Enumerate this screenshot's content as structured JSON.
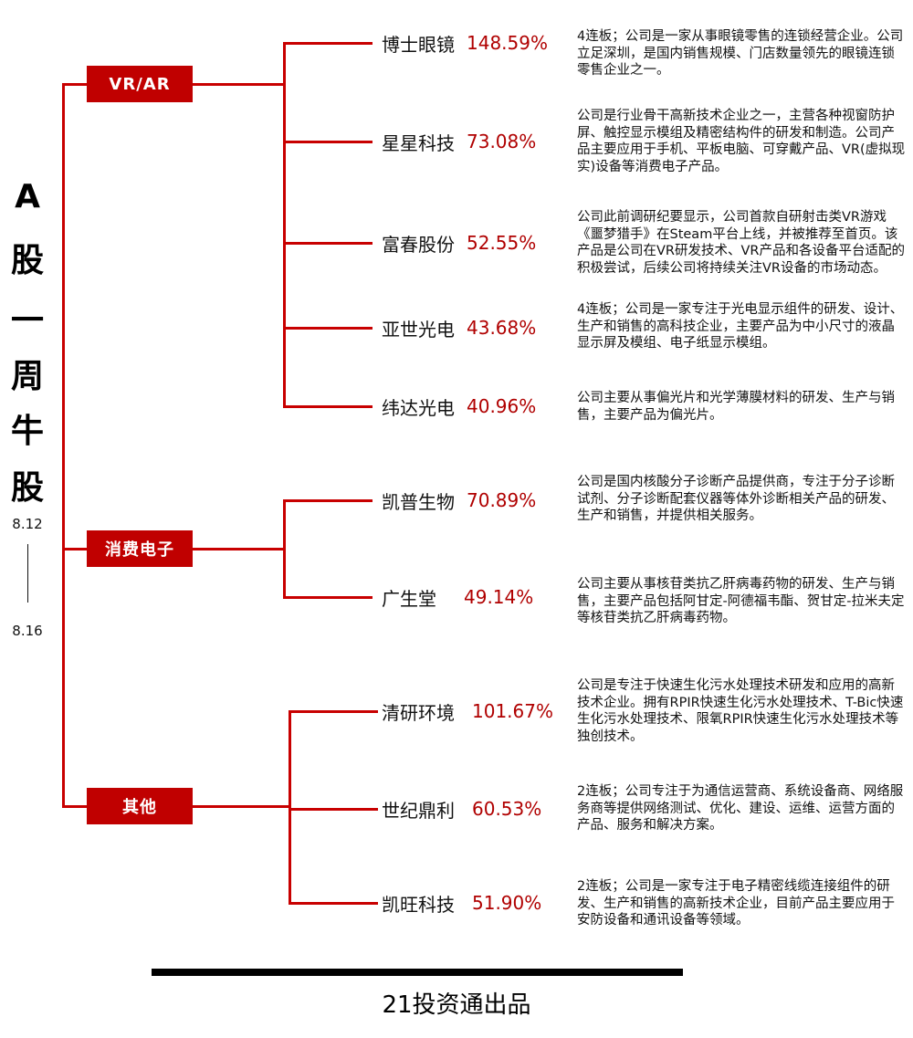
{
  "title_chars": [
    "A",
    "股",
    "一",
    "周",
    "牛",
    "股"
  ],
  "date_start": "8.12",
  "date_end": "8.16",
  "categories": [
    {
      "name": "VR/AR",
      "stocks": [
        {
          "name": "博士眼镜",
          "pct": "148.59%",
          "desc": "4连板；公司是一家从事眼镜零售的连锁经营企业。公司立足深圳，是国内销售规模、门店数量领先的眼镜连锁零售企业之一。"
        },
        {
          "name": "星星科技",
          "pct": "73.08%",
          "desc": "公司是行业骨干高新技术企业之一，主营各种视窗防护屏、触控显示模组及精密结构件的研发和制造。公司产品主要应用于手机、平板电脑、可穿戴产品、VR(虚拟现实)设备等消费电子产品。"
        },
        {
          "name": "富春股份",
          "pct": "52.55%",
          "desc": "公司此前调研纪要显示，公司首款自研射击类VR游戏《噩梦猎手》在Steam平台上线，并被推荐至首页。该产品是公司在VR研发技术、VR产品和各设备平台适配的积极尝试，后续公司将持续关注VR设备的市场动态。"
        },
        {
          "name": "亚世光电",
          "pct": "43.68%",
          "desc": "4连板；公司是一家专注于光电显示组件的研发、设计、生产和销售的高科技企业，主要产品为中小尺寸的液晶显示屏及模组、电子纸显示模组。"
        },
        {
          "name": "纬达光电",
          "pct": "40.96%",
          "desc": "公司主要从事偏光片和光学薄膜材料的研发、生产与销售，主要产品为偏光片。"
        }
      ]
    },
    {
      "name": "消费电子",
      "stocks": [
        {
          "name": "凯普生物",
          "pct": "70.89%",
          "desc": "公司是国内核酸分子诊断产品提供商，专注于分子诊断试剂、分子诊断配套仪器等体外诊断相关产品的研发、生产和销售，并提供相关服务。"
        },
        {
          "name": "广生堂",
          "pct": "49.14%",
          "desc": "公司主要从事核苷类抗乙肝病毒药物的研发、生产与销售，主要产品包括阿甘定-阿德福韦酯、贺甘定-拉米夫定等核苷类抗乙肝病毒药物。"
        }
      ]
    },
    {
      "name": "其他",
      "stocks": [
        {
          "name": "清研环境",
          "pct": "101.67%",
          "desc": "公司是专注于快速生化污水处理技术研发和应用的高新技术企业。拥有RPIR快速生化污水处理技术、T-Bic快速生化污水处理技术、限氧RPIR快速生化污水处理技术等独创技术。"
        },
        {
          "name": "世纪鼎利",
          "pct": "60.53%",
          "desc": "2连板；公司专注于为通信运营商、系统设备商、网络服务商等提供网络测试、优化、建设、运维、运营方面的产品、服务和解决方案。"
        },
        {
          "name": "凯旺科技",
          "pct": "51.90%",
          "desc": "2连板；公司是一家专注于电子精密线缆连接组件的研发、生产和销售的高新技术企业，目前产品主要应用于安防设备和通讯设备等领域。"
        }
      ]
    }
  ],
  "footer": "21投资通出品",
  "colors": {
    "accent": "#c00000",
    "percent": "#b00000",
    "line": "#c80000"
  }
}
